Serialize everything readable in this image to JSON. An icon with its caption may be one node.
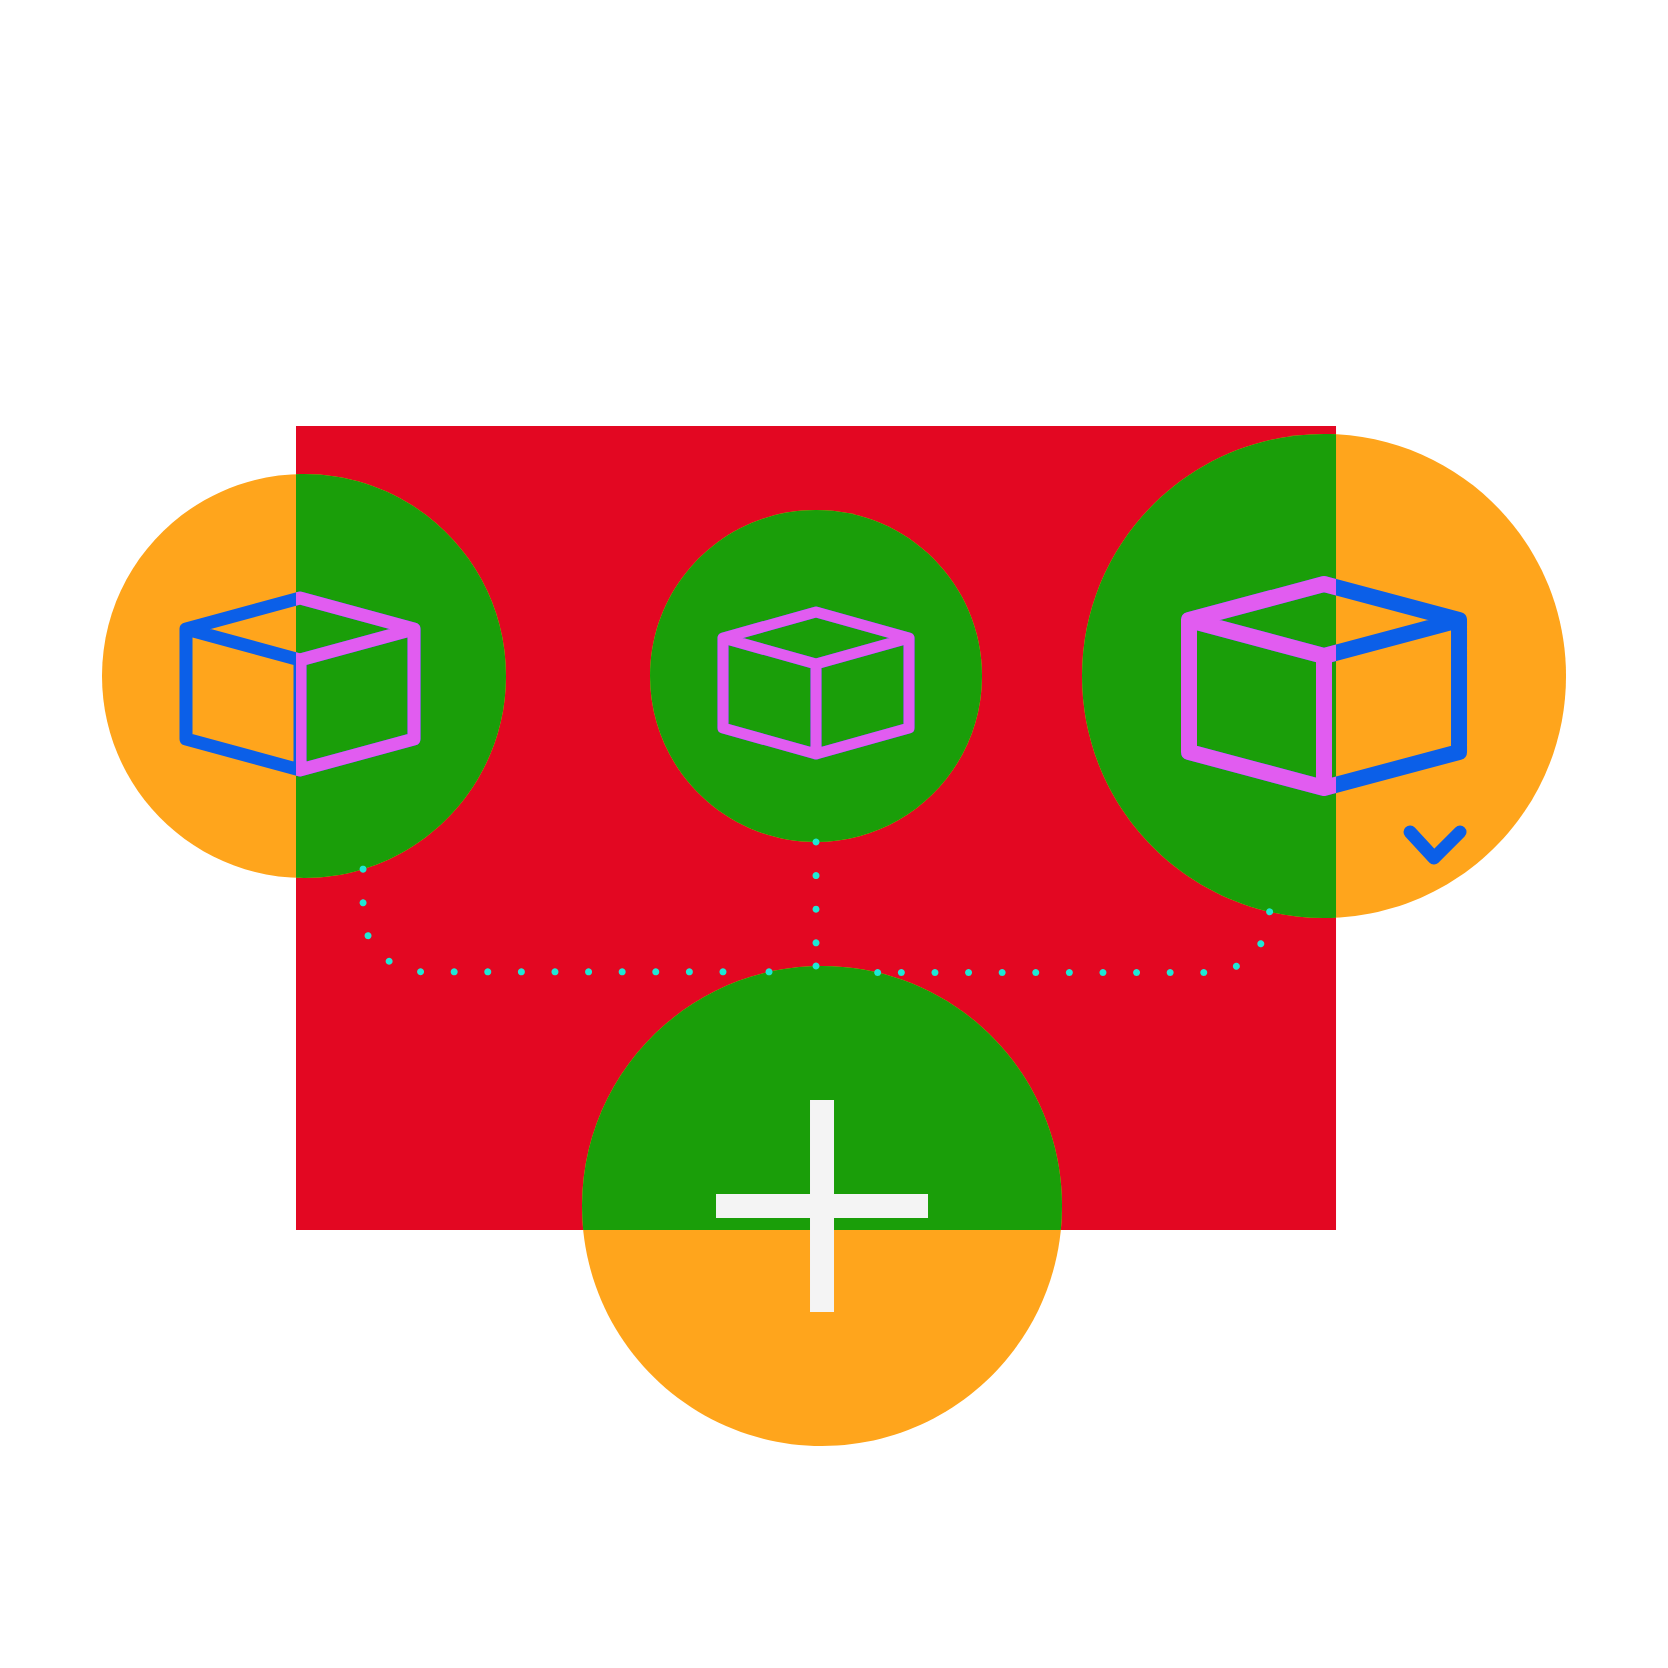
{
  "diagram": {
    "nodes": [
      {
        "text": [],
        "shape": "circle"
      },
      {
        "text": [],
        "shape": "circle"
      },
      {
        "text": [],
        "shape": "circle"
      },
      {
        "text": [],
        "shape": "circle"
      }
    ],
    "edges": [
      {
        "from": 0,
        "to": 3,
        "arrow": "none"
      },
      {
        "from": 1,
        "to": 3,
        "arrow": "none"
      },
      {
        "from": 2,
        "to": 3,
        "arrow": "none"
      }
    ]
  }
}
